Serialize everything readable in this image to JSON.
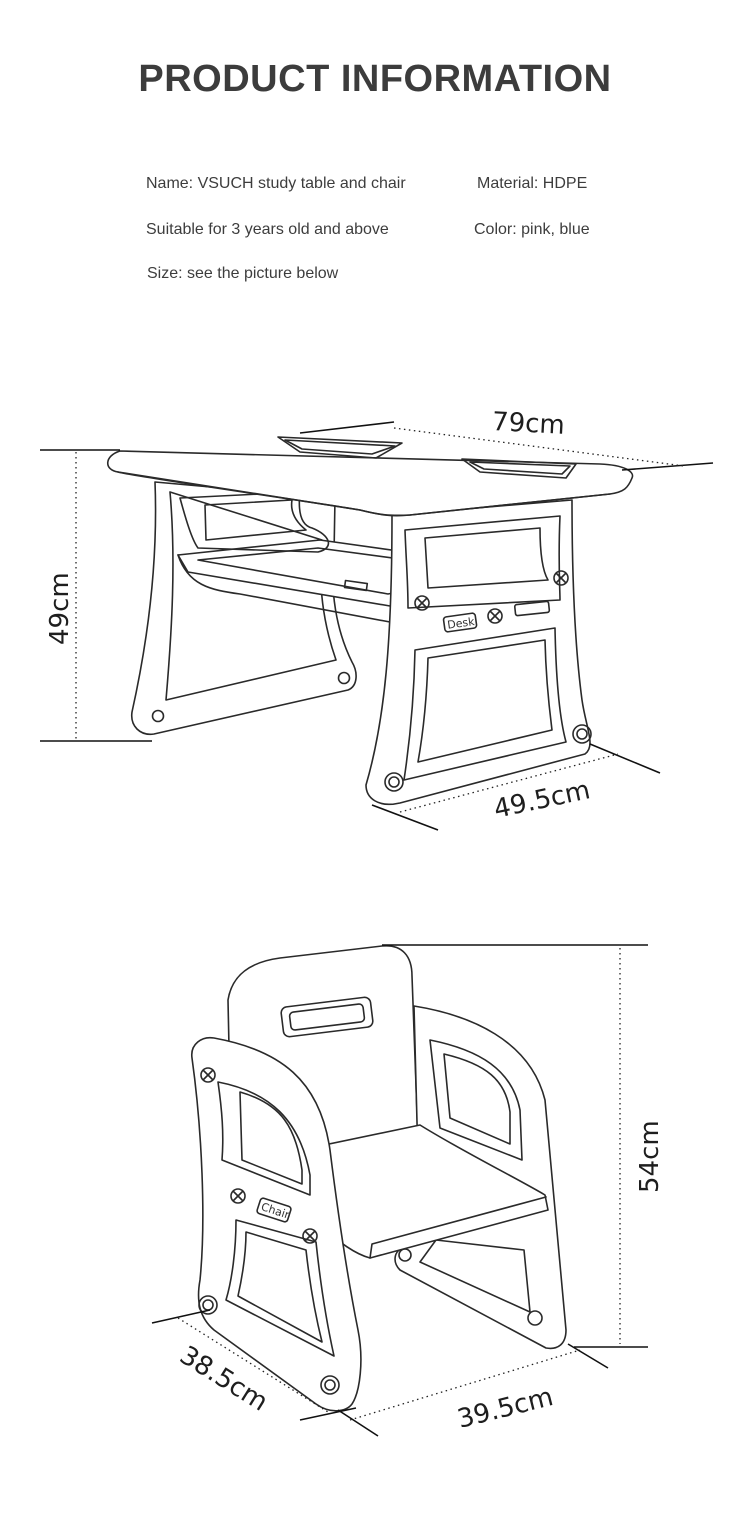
{
  "header": {
    "title": "PRODUCT INFORMATION"
  },
  "info": {
    "name": "Name: VSUCH study table and chair",
    "material": "Material: HDPE",
    "age": "Suitable for 3 years old and above",
    "color": "Color: pink, blue",
    "size": "Size: see the picture below"
  },
  "desk": {
    "label": "Desk",
    "width": "79cm",
    "height": "49cm",
    "depth": "49.5cm"
  },
  "chair": {
    "label": "Chair",
    "height": "54cm",
    "depth": "38.5cm",
    "width": "39.5cm"
  }
}
